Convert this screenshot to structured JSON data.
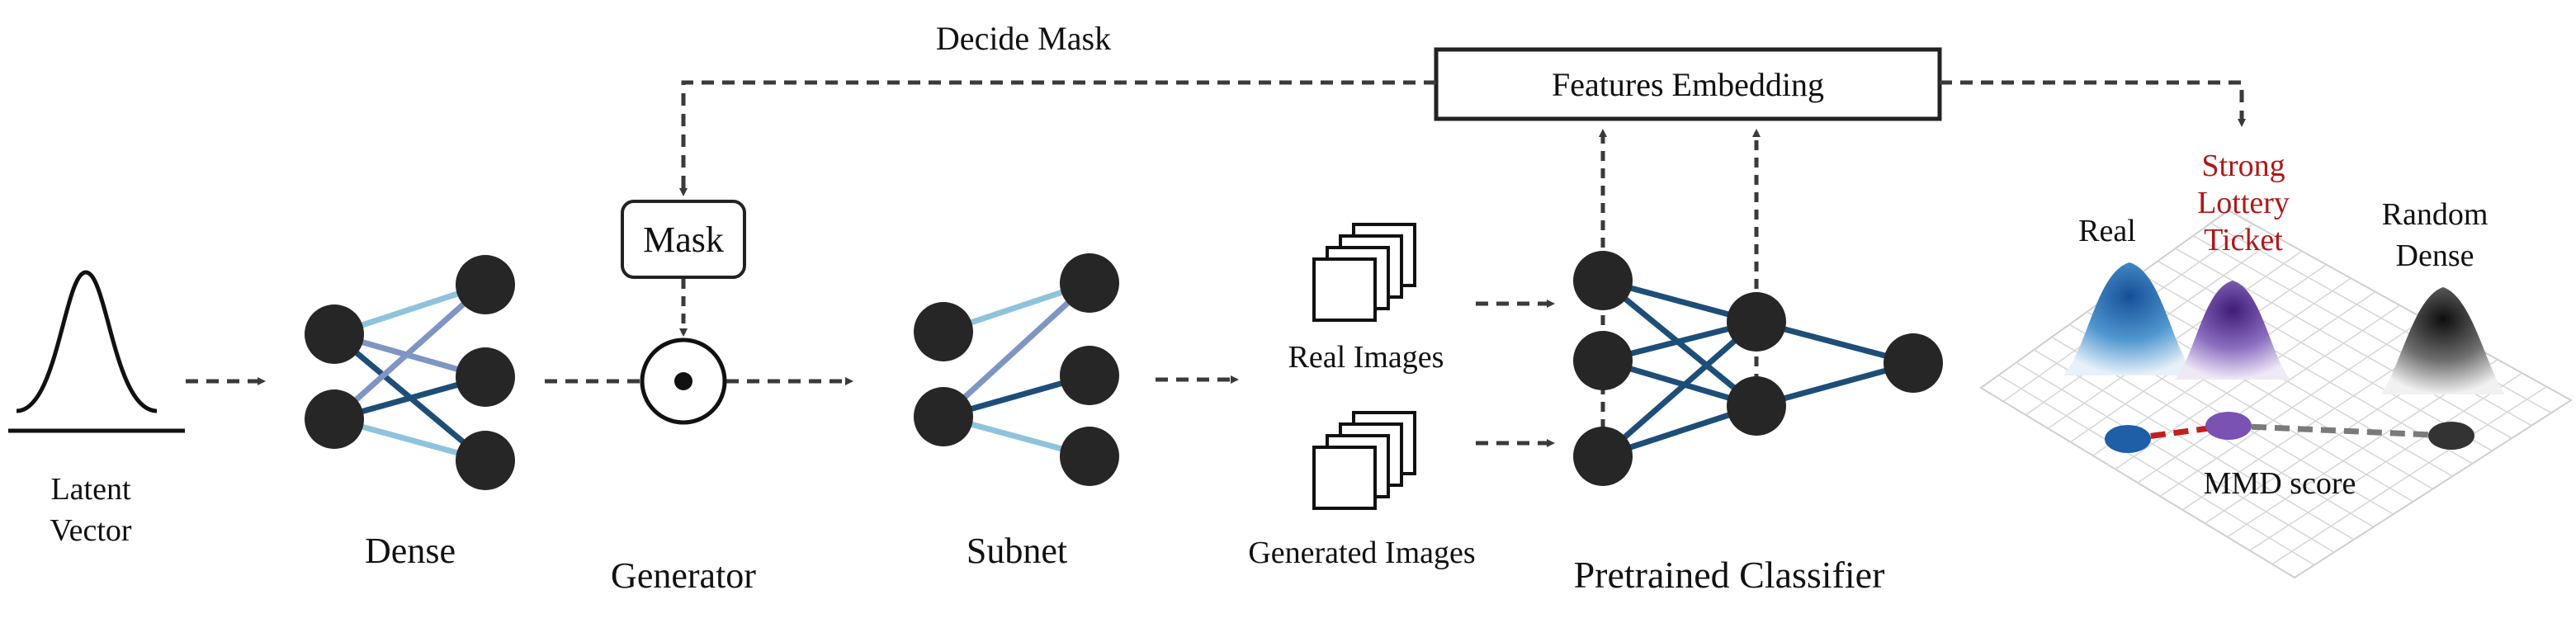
{
  "labels": {
    "latent_vector_line1": "Latent",
    "latent_vector_line2": "Vector",
    "dense": "Dense",
    "generator": "Generator",
    "mask": "Mask",
    "subnet": "Subnet",
    "real_images": "Real Images",
    "generated_images": "Generated Images",
    "pretrained_classifier": "Pretrained Classifier",
    "features_embedding": "Features Embedding",
    "decide_mask": "Decide Mask",
    "real": "Real",
    "strong_lottery_ticket_line1": "Strong",
    "strong_lottery_ticket_line2": "Lottery",
    "strong_lottery_ticket_line3": "Ticket",
    "random_dense_line1": "Random",
    "random_dense_line2": "Dense",
    "mmd_score": "MMD score"
  },
  "colors": {
    "node": "#262626",
    "arrow": "#3a3a3a",
    "edge_light": "#8ec3dc",
    "edge_mid": "#7f95c3",
    "edge_dark": "#1d4e78",
    "strong_ticket_text": "#b01818",
    "real_peak": "#1f5fa8",
    "ticket_peak": "#5a2d8c",
    "random_peak": "#1a1a1a",
    "mmd_red": "#c41e1e",
    "mmd_gray": "#7a7a7a"
  }
}
